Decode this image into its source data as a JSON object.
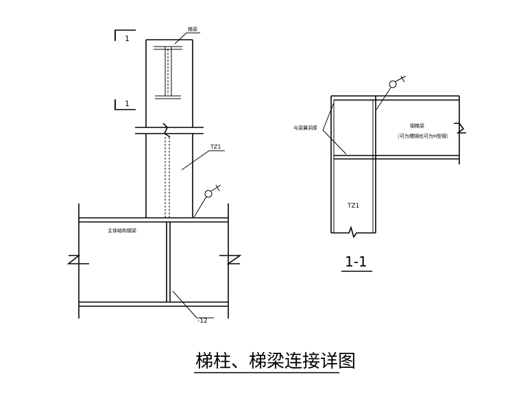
{
  "labels": {
    "stair_beam_top": "梯梁",
    "column_tag_left": "TZ1",
    "main_beam": "主体结构钢梁",
    "plate": "-12",
    "section_mark_top": "1",
    "section_mark_bottom": "1",
    "match_hole": "与梁翼洞厚",
    "steel_beam": "钢梯梁",
    "steel_beam_note": "（可为槽钢也可为H型钢）",
    "column_tag_right": "TZ1",
    "section_label": "1-1",
    "title": "梯柱、梯梁连接详图"
  }
}
